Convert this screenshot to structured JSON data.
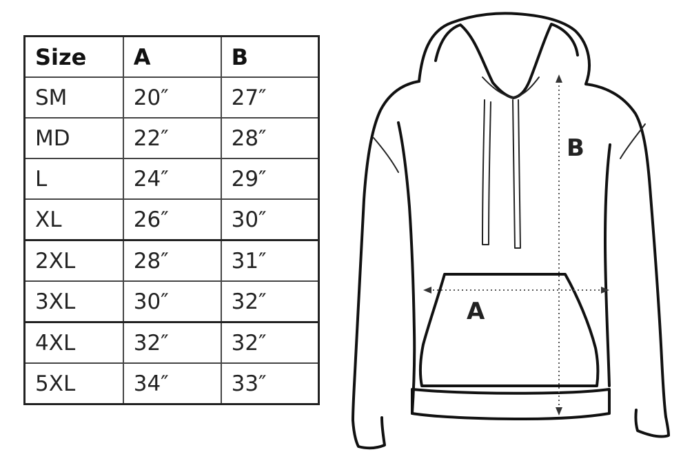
{
  "table": {
    "headers": [
      "Size",
      "A",
      "B"
    ],
    "rows": [
      [
        "SM",
        "20″",
        "27″"
      ],
      [
        "MD",
        "22″",
        "28″"
      ],
      [
        "L",
        "24″",
        "29″"
      ],
      [
        "XL",
        "26″",
        "30″"
      ],
      [
        "2XL",
        "28″",
        "31″"
      ],
      [
        "3XL",
        "30″",
        "32″"
      ],
      [
        "4XL",
        "32″",
        "32″"
      ],
      [
        "5XL",
        "34″",
        "33″"
      ]
    ]
  },
  "diagram": {
    "label_a": "A",
    "label_b": "B"
  }
}
